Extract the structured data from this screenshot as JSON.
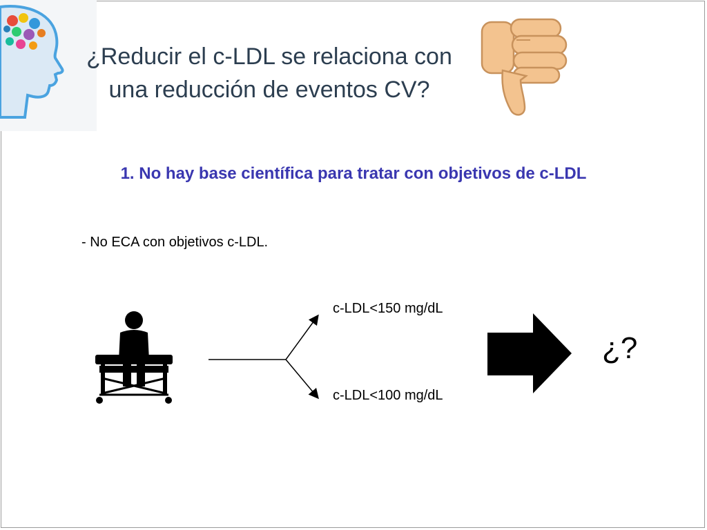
{
  "title": {
    "line1": "¿Reducir el c-LDL se relaciona con",
    "line2": "una reducción de eventos CV?"
  },
  "heading": "1. No hay base científica para tratar con objetivos de c-LDL",
  "bullet": "- No ECA con objetivos c-LDL.",
  "diagram": {
    "option_upper": "c-LDL<150 mg/dL",
    "option_lower": "c-LDL<100 mg/dL",
    "result": "¿?"
  },
  "icons": {
    "logo": "brain-head-logo-icon",
    "thumb": "thumbs-down-icon",
    "patient": "patient-on-bed-icon",
    "arrow": "right-arrow-icon"
  },
  "colors": {
    "title": "#2c3e50",
    "heading": "#3a37b0",
    "thumb_skin": "#f3c38f",
    "logo_blue": "#4aa3e0"
  }
}
